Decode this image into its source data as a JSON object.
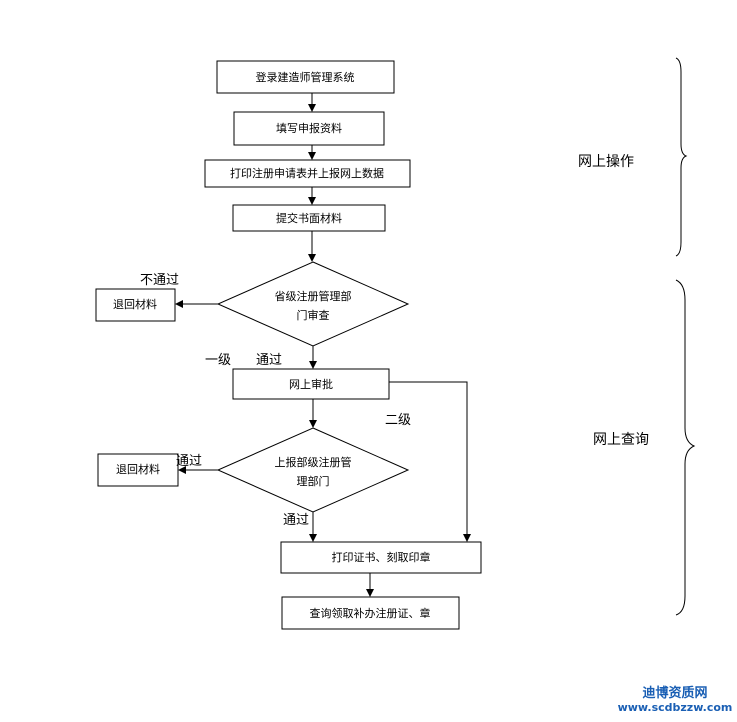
{
  "nodes": {
    "login": "登录建造师管理系统",
    "fill": "填写申报资料",
    "print_upload": "打印注册申请表并上报网上数据",
    "submit": "提交书面材料",
    "province_review_l1": "省级注册管理部",
    "province_review_l2": "门审查",
    "return1": "退回材料",
    "online_approve": "网上审批",
    "ministry_review_l1": "上报部级注册管",
    "ministry_review_l2": "理部门",
    "return2": "退回材料",
    "print_cert": "打印证书、刻取印章",
    "query": "查询领取补办注册证、章"
  },
  "labels": {
    "not_pass": "不通过",
    "level1": "一级",
    "pass1": "通过",
    "level2": "二级",
    "pass_left": "通过",
    "pass2": "通过"
  },
  "sections": {
    "online_ops": "网上操作",
    "online_query": "网上查询"
  },
  "watermark": {
    "name": "迪博资质网",
    "url": "www.scdbzzw.com"
  }
}
